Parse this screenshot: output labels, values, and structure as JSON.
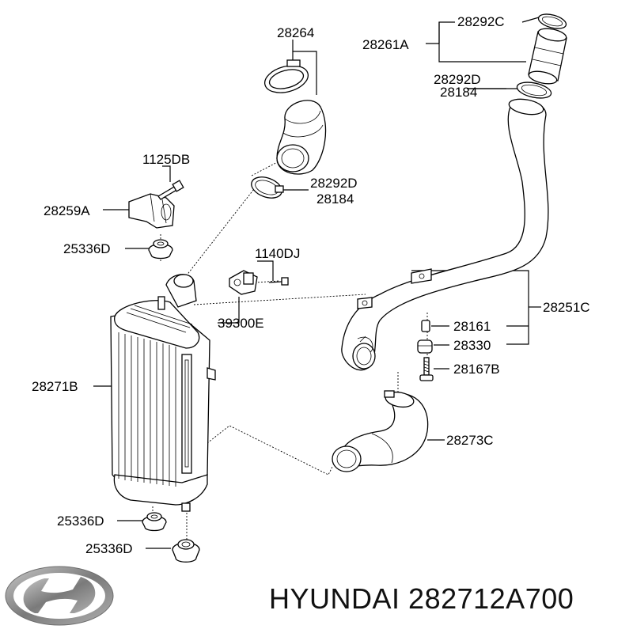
{
  "labels": {
    "p28264": "28264",
    "p28292c": "28292C",
    "p28261a": "28261A",
    "p28292d_top": "28292D",
    "p28184_top": "28184",
    "p1125db": "1125DB",
    "p28292d_mid": "28292D",
    "p28184_mid": "28184",
    "p28259a": "28259A",
    "p25336d_top": "25336D",
    "p1140dj": "1140DJ",
    "p39300e": "39300E",
    "p28251c": "28251C",
    "p28161": "28161",
    "p28330": "28330",
    "p28271b": "28271B",
    "p28167b": "28167B",
    "p28273c": "28273C",
    "p25336d_bot1": "25336D",
    "p25336d_bot2": "25336D"
  },
  "footer": {
    "brand": "HYUNDAI",
    "part_number": "282712A700"
  },
  "colors": {
    "line": "#000000",
    "logo": "#8a8a8a"
  },
  "icons": {
    "logo": "hyundai-logo-icon"
  }
}
